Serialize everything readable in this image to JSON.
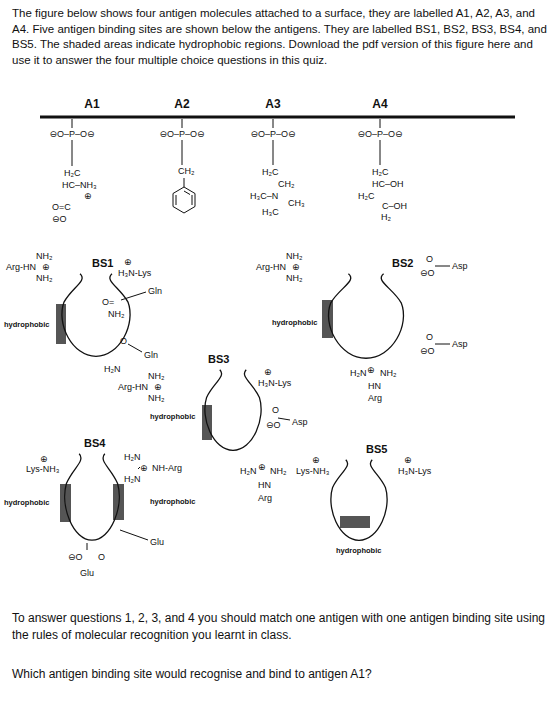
{
  "diagram": {
    "nodes": [
      {
        "text": [
          "BS1"
        ]
      },
      {
        "text": [
          "BS2"
        ]
      },
      {
        "text": [
          "BS3"
        ]
      },
      {
        "text": [
          "BS4"
        ]
      },
      {
        "text": [
          "BS5"
        ]
      }
    ],
    "labels": [
      "The figure below shows four antigen molecules attached to a surface, they are labelled A1, A2, A3, and A4. Five antigen binding sites are shown below the antigens. They are labelled BS1, BS2, BS3, BS4, and BS5. The shaded areas indicate hydrophobic regions. Download the pdf version of this figure here and use it to answer the four multiple choice questions in this quiz.",
      "A1",
      "A2",
      "A3",
      "A4",
      "⊖O–P–O⊖",
      "⊖O–P–O⊖",
      "⊖O–P–O⊖",
      "⊖O–P–O⊖",
      "H₂C",
      "HC–NH₃",
      "⊕",
      "O=C",
      "⊖O",
      "CH₂",
      "H₂C",
      "CH₂",
      "H₃C–N",
      "CH₃",
      "H₃C",
      "H₂C",
      "HC–OH",
      "H₂C",
      "C–OH",
      "H₂",
      "NH₂",
      "Arg-HN",
      "⊕",
      "NH₂",
      "hydrophobic",
      "⊕",
      "H₃N-Lys",
      "Gln",
      "O=",
      "NH₂",
      "O",
      "Gln",
      "H₂N",
      "NH₂",
      "Arg-HN",
      "⊕",
      "NH₂",
      "hydrophobic",
      "O",
      "⊖O",
      "Asp",
      "O",
      "⊖O",
      "Asp",
      "H₂N",
      "⊕",
      "NH₂",
      "HN",
      "Arg",
      "NH₂",
      "Arg-HN",
      "⊕",
      "NH₂",
      "hydrophobic",
      "⊕",
      "H₃N-Lys",
      "O",
      "⊖O",
      "Asp",
      "⊕",
      "Lys-NH₃",
      "hydrophobic",
      "H₂N",
      "⊕",
      "H₂N",
      "NH-Arg",
      "hydrophobic",
      "Glu",
      "O",
      "⊖O",
      "Glu",
      "H₂N",
      "⊕",
      "NH₂",
      "HN",
      "Arg",
      "⊕",
      "Lys-NH₃",
      "⊕",
      "H₃N-Lys",
      "hydrophobic",
      "To answer questions 1, 2, 3, and 4 you should match one antigen with one antigen binding site using the rules of molecular recognition you learnt in class.",
      "Which antigen binding site would recognise and bind to antigen A1?"
    ]
  }
}
